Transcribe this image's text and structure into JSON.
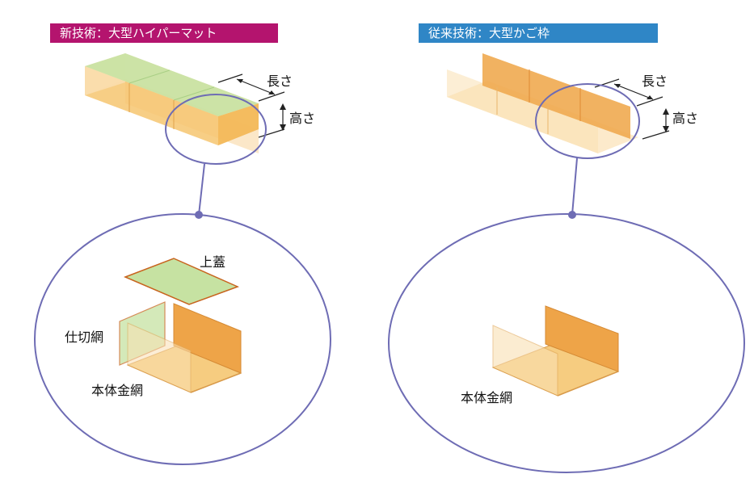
{
  "colors": {
    "new_tag_bg": "#b4146e",
    "old_tag_bg": "#2f86c6",
    "circle_stroke": "#6e6cb4",
    "panel_fill": "#f5be5f",
    "panel_dark": "#eea448",
    "lid_fill": "#c6e2a2",
    "lid_stroke": "#c8641e"
  },
  "new_tech": {
    "title": "新技術：大型ハイパーマット",
    "length_label": "長さ",
    "height_label": "高さ",
    "lid_label": "上蓋",
    "partition_label": "仕切網",
    "body_label": "本体金網"
  },
  "old_tech": {
    "title": "従来技術：大型かご枠",
    "length_label": "長さ",
    "height_label": "高さ",
    "body_label": "本体金網"
  }
}
